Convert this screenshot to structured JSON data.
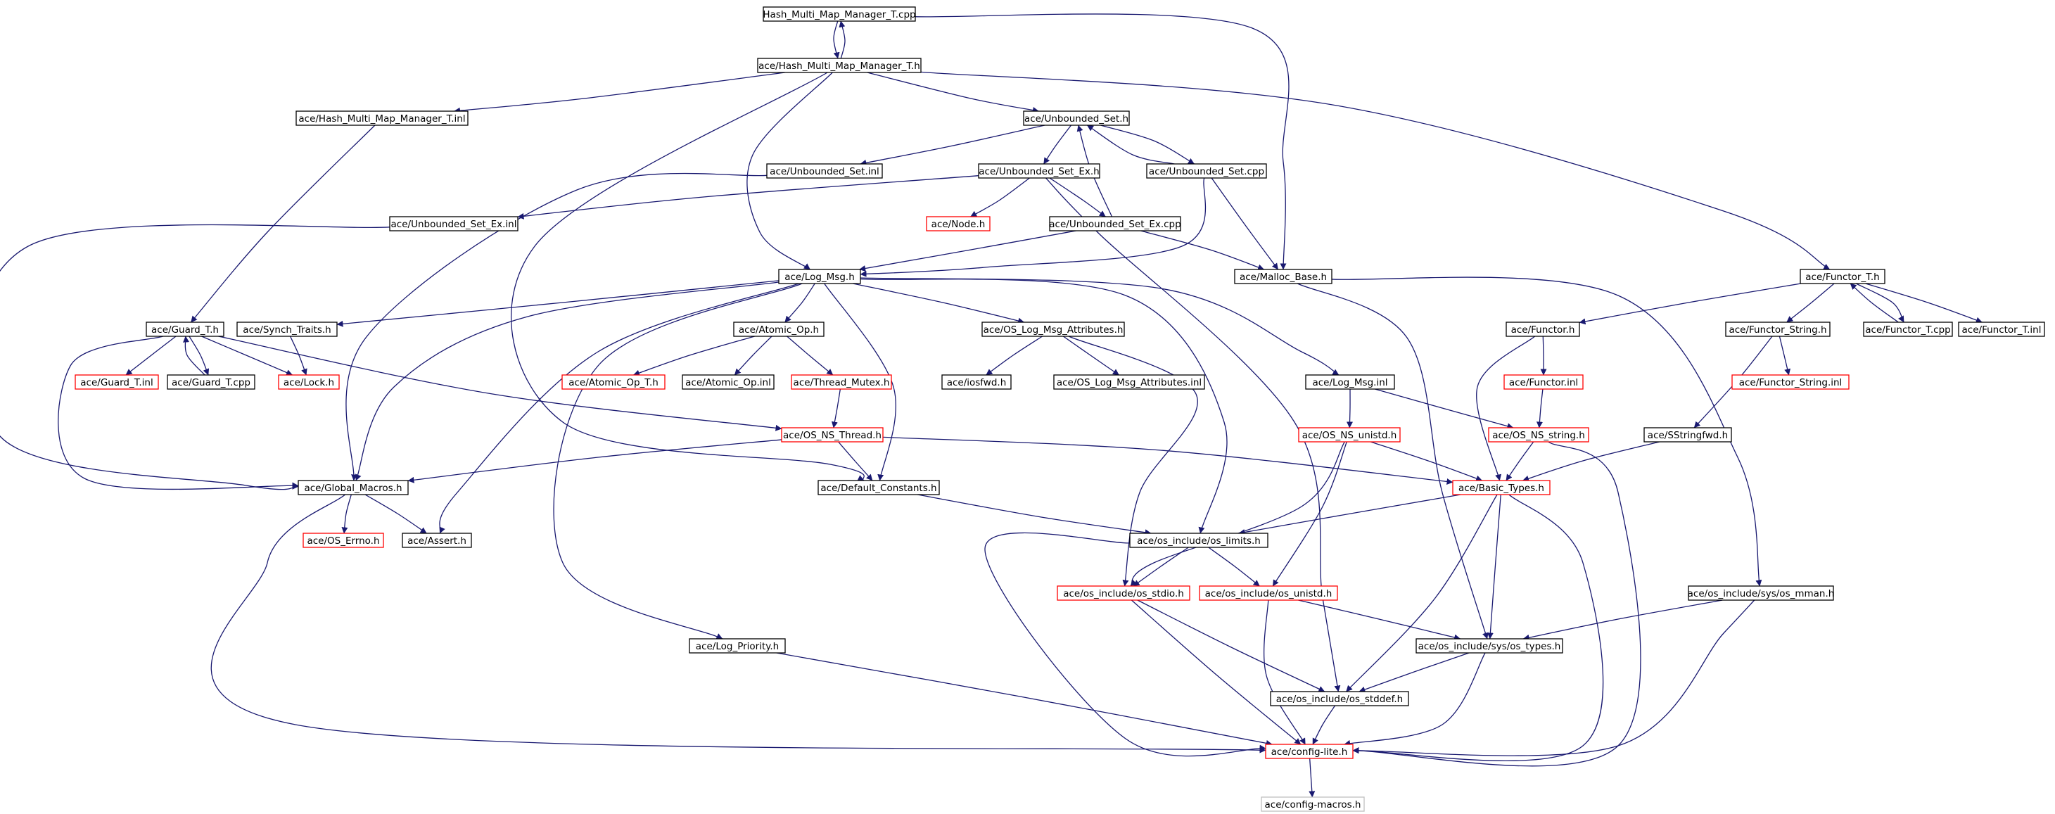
{
  "colors": {
    "edge": "#191970",
    "node_border_default": "#000000",
    "node_border_incomplete": "#ff0000",
    "node_border_external": "#bfbfbf",
    "root_fill": "#bfbfbf",
    "background": "#ffffff"
  },
  "nodes": [
    {
      "id": "root",
      "label": "Hash_Multi_Map_Manager_T.cpp",
      "kind": "root"
    },
    {
      "id": "hmmm_h",
      "label": "ace/Hash_Multi_Map_Manager_T.h",
      "kind": "normal"
    },
    {
      "id": "hmmm_inl",
      "label": "ace/Hash_Multi_Map_Manager_T.inl",
      "kind": "normal"
    },
    {
      "id": "uset_h",
      "label": "ace/Unbounded_Set.h",
      "kind": "normal"
    },
    {
      "id": "uset_inl",
      "label": "ace/Unbounded_Set.inl",
      "kind": "normal"
    },
    {
      "id": "usetex_h",
      "label": "ace/Unbounded_Set_Ex.h",
      "kind": "normal"
    },
    {
      "id": "uset_cpp",
      "label": "ace/Unbounded_Set.cpp",
      "kind": "normal"
    },
    {
      "id": "usetex_inl",
      "label": "ace/Unbounded_Set_Ex.inl",
      "kind": "normal"
    },
    {
      "id": "node_h",
      "label": "ace/Node.h",
      "kind": "incomplete"
    },
    {
      "id": "usetex_cpp",
      "label": "ace/Unbounded_Set_Ex.cpp",
      "kind": "normal"
    },
    {
      "id": "logmsg_h",
      "label": "ace/Log_Msg.h",
      "kind": "normal"
    },
    {
      "id": "malloc_h",
      "label": "ace/Malloc_Base.h",
      "kind": "normal"
    },
    {
      "id": "functor_t_h",
      "label": "ace/Functor_T.h",
      "kind": "normal"
    },
    {
      "id": "guard_h",
      "label": "ace/Guard_T.h",
      "kind": "normal"
    },
    {
      "id": "synch_h",
      "label": "ace/Synch_Traits.h",
      "kind": "normal"
    },
    {
      "id": "atomic_h",
      "label": "ace/Atomic_Op.h",
      "kind": "normal"
    },
    {
      "id": "oslogattr_h",
      "label": "ace/OS_Log_Msg_Attributes.h",
      "kind": "normal"
    },
    {
      "id": "functor_h",
      "label": "ace/Functor.h",
      "kind": "normal"
    },
    {
      "id": "fstring_h",
      "label": "ace/Functor_String.h",
      "kind": "normal"
    },
    {
      "id": "functor_t_cpp",
      "label": "ace/Functor_T.cpp",
      "kind": "normal"
    },
    {
      "id": "functor_t_inl",
      "label": "ace/Functor_T.inl",
      "kind": "normal"
    },
    {
      "id": "guard_inl",
      "label": "ace/Guard_T.inl",
      "kind": "incomplete"
    },
    {
      "id": "guard_cpp",
      "label": "ace/Guard_T.cpp",
      "kind": "normal"
    },
    {
      "id": "lock_h",
      "label": "ace/Lock.h",
      "kind": "incomplete"
    },
    {
      "id": "atomic_t_h",
      "label": "ace/Atomic_Op_T.h",
      "kind": "incomplete"
    },
    {
      "id": "atomic_inl",
      "label": "ace/Atomic_Op.inl",
      "kind": "normal"
    },
    {
      "id": "thread_mutex_h",
      "label": "ace/Thread_Mutex.h",
      "kind": "incomplete"
    },
    {
      "id": "iosfwd_h",
      "label": "ace/iosfwd.h",
      "kind": "normal"
    },
    {
      "id": "oslogattr_inl",
      "label": "ace/OS_Log_Msg_Attributes.inl",
      "kind": "normal"
    },
    {
      "id": "logmsg_inl",
      "label": "ace/Log_Msg.inl",
      "kind": "normal"
    },
    {
      "id": "functor_inl",
      "label": "ace/Functor.inl",
      "kind": "incomplete"
    },
    {
      "id": "fstring_inl",
      "label": "ace/Functor_String.inl",
      "kind": "incomplete"
    },
    {
      "id": "osnsthread_h",
      "label": "ace/OS_NS_Thread.h",
      "kind": "incomplete"
    },
    {
      "id": "osnsunistd_h",
      "label": "ace/OS_NS_unistd.h",
      "kind": "incomplete"
    },
    {
      "id": "osnsstring_h",
      "label": "ace/OS_NS_string.h",
      "kind": "incomplete"
    },
    {
      "id": "sstringfwd_h",
      "label": "ace/SStringfwd.h",
      "kind": "normal"
    },
    {
      "id": "globalmacros_h",
      "label": "ace/Global_Macros.h",
      "kind": "normal"
    },
    {
      "id": "defconst_h",
      "label": "ace/Default_Constants.h",
      "kind": "normal"
    },
    {
      "id": "basictypes_h",
      "label": "ace/Basic_Types.h",
      "kind": "incomplete"
    },
    {
      "id": "oserrno_h",
      "label": "ace/OS_Errno.h",
      "kind": "incomplete"
    },
    {
      "id": "assert_h",
      "label": "ace/Assert.h",
      "kind": "normal"
    },
    {
      "id": "oslimits_h",
      "label": "ace/os_include/os_limits.h",
      "kind": "normal"
    },
    {
      "id": "osstdio_h",
      "label": "ace/os_include/os_stdio.h",
      "kind": "incomplete"
    },
    {
      "id": "osunistd_h",
      "label": "ace/os_include/os_unistd.h",
      "kind": "incomplete"
    },
    {
      "id": "osmman_h",
      "label": "ace/os_include/sys/os_mman.h",
      "kind": "normal"
    },
    {
      "id": "logprio_h",
      "label": "ace/Log_Priority.h",
      "kind": "normal"
    },
    {
      "id": "ostypes_h",
      "label": "ace/os_include/sys/os_types.h",
      "kind": "normal"
    },
    {
      "id": "osstddef_h",
      "label": "ace/os_include/os_stddef.h",
      "kind": "normal"
    },
    {
      "id": "configlite_h",
      "label": "ace/config-lite.h",
      "kind": "incomplete"
    },
    {
      "id": "configmacros_h",
      "label": "ace/config-macros.h",
      "kind": "external"
    }
  ]
}
